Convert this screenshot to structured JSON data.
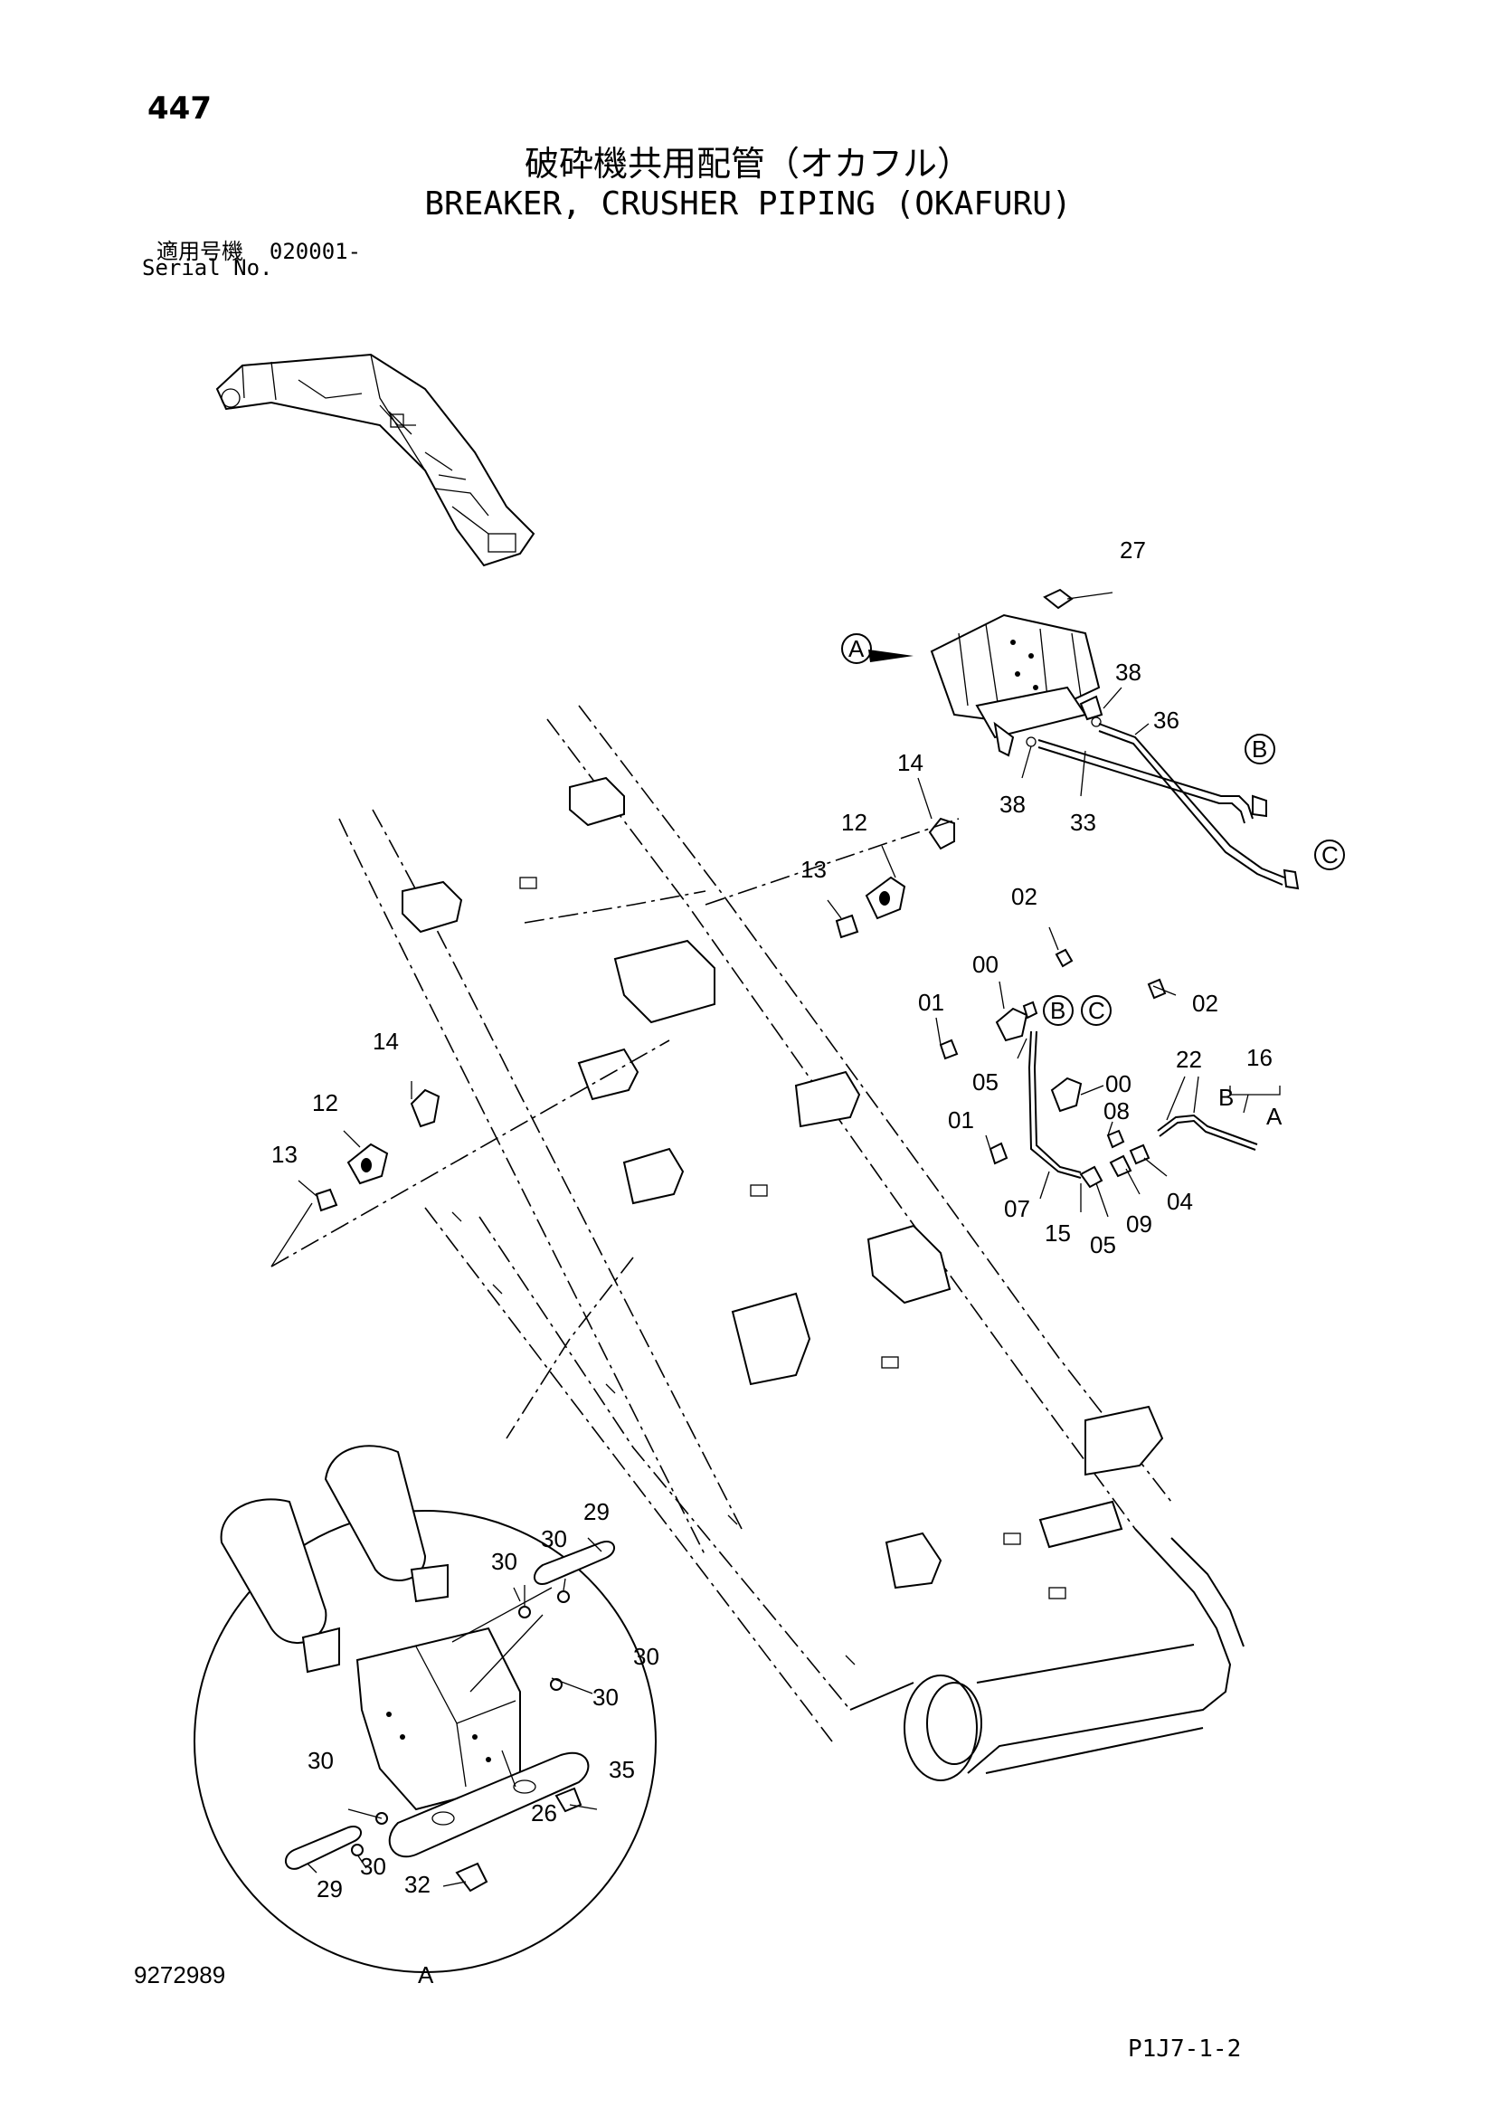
{
  "header": {
    "page_number": "447",
    "title_jp": "破砕機共用配管（オカフル）",
    "title_en": "BREAKER, CRUSHER PIPING (OKAFURU)",
    "serial_label_jp": "適用号機",
    "serial_value": "020001-",
    "serial_label_en": "Serial No."
  },
  "callouts": {
    "p27": "27",
    "p38a": "38",
    "p36": "36",
    "p38b": "38",
    "p33": "33",
    "p14a": "14",
    "p12a": "12",
    "p13a": "13",
    "p02a": "02",
    "p00a": "00",
    "p01a": "01",
    "p02b": "02",
    "p05a": "05",
    "p00b": "00",
    "p22": "22",
    "p16": "16",
    "p08": "08",
    "p01b": "01",
    "p07": "07",
    "p15": "15",
    "p05b": "05",
    "p09": "09",
    "p04": "04",
    "p14b": "14",
    "p12b": "12",
    "p13b": "13",
    "p29a": "29",
    "p30a": "30",
    "p30b": "30",
    "p30c": "30",
    "p30d": "30",
    "p35": "35",
    "p30e": "30",
    "p26": "26",
    "p30f": "30",
    "p29b": "29",
    "p32": "32"
  },
  "refs": {
    "A_main": "A",
    "B_pipe": "B",
    "C_pipe": "C",
    "B_valve": "B",
    "C_valve": "C",
    "B_hose": "B",
    "A_hose": "A",
    "A_detail": "A"
  },
  "footer": {
    "doc_number": "9272989",
    "page_code": "P1J7-1-2"
  }
}
